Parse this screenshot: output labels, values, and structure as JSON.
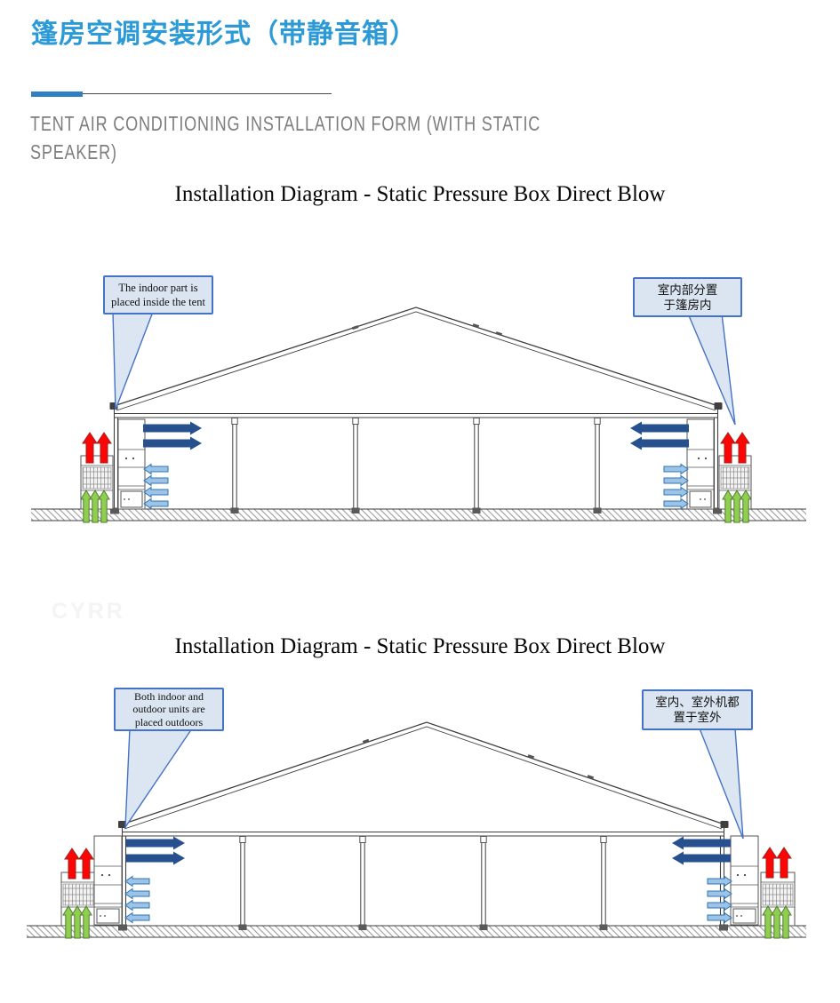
{
  "header": {
    "title_zh": "篷房空调安装形式（带静音箱）",
    "subtitle_lines": [
      "TENT AIR CONDITIONING INSTALLATION FORM (WITH STATIC",
      "SPEAKER)"
    ]
  },
  "watermark": "CYRR",
  "diagrams": [
    {
      "title": "Installation Diagram - Static Pressure Box Direct Blow",
      "left_callout_lines": [
        "The indoor part is",
        "placed inside the tent"
      ],
      "right_callout_lines": [
        "室内部分置",
        "于篷房内"
      ]
    },
    {
      "title": "Installation Diagram - Static Pressure Box Direct Blow",
      "left_callout_lines": [
        "Both indoor and",
        "outdoor units are",
        "placed outdoors"
      ],
      "right_callout_lines": [
        "室内、室外机都",
        "置于室外"
      ]
    }
  ],
  "colors": {
    "heading_blue": "#2b9ad6",
    "rule_blue": "#2d80c4",
    "subtitle_gray": "#7d7d7d",
    "callout_fill": "#dbe5f1",
    "callout_border": "#4472c4",
    "supply_arrow_dark_blue": "#27508f",
    "return_arrow_light_blue": "#9dc3e6",
    "exhaust_arrow_red": "#fe0505",
    "intake_arrow_green": "#8fce4f",
    "tent_line_gray": "#3f3f3f"
  }
}
